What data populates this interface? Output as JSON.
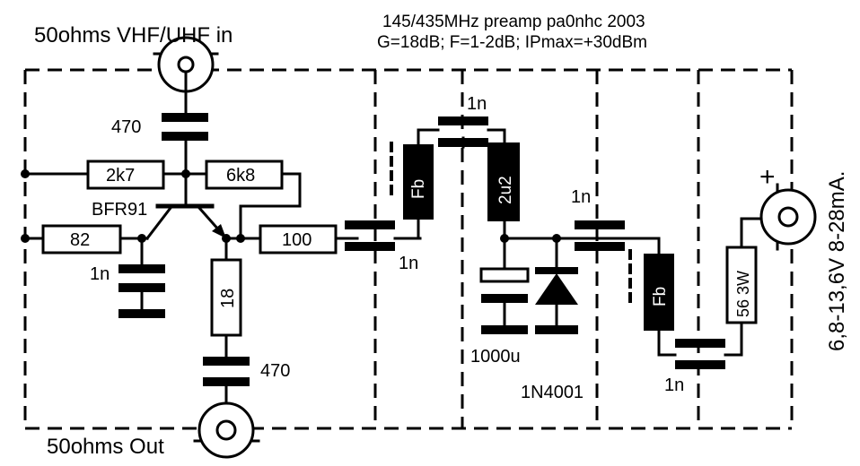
{
  "texts": {
    "title_in": "50ohms VHF/UHF in",
    "title_out": "50ohms Out",
    "header_line1": "145/435MHz preamp  pa0nhc 2003",
    "header_line2": "G=18dB; F=1-2dB; IPmax=+30dBm",
    "supply": "6,8-13,6V 8-28mA.",
    "plus": "+"
  },
  "components": {
    "c_in": "470",
    "r_2k7": "2k7",
    "r_6k8": "6k8",
    "transistor": "BFR91",
    "r_82": "82",
    "c_base": "1n",
    "r_100": "100",
    "r_18": "18",
    "c_out": "470",
    "c_coupling": "1n",
    "fb_1": "Fb",
    "c_top": "1n",
    "l_2u2": "2u2",
    "c_1000u": "1000u",
    "c_mid": "1n",
    "diode": "1N4001",
    "fb_2": "Fb",
    "c_bottom": "1n",
    "r_56": "56 3W"
  },
  "colors": {
    "ink": "#000000",
    "paper": "#ffffff"
  }
}
